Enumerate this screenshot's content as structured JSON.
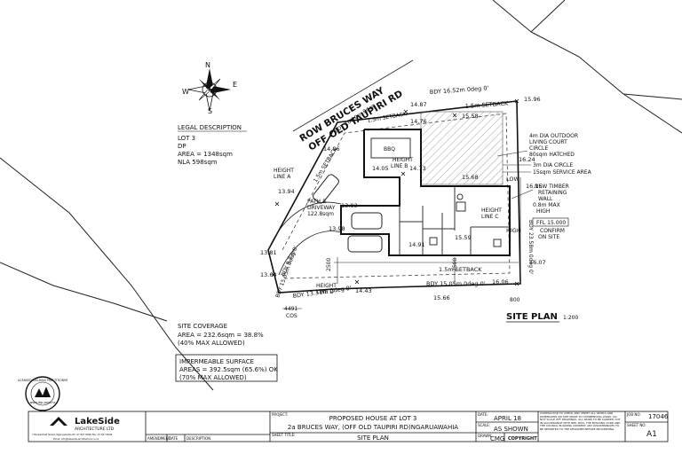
{
  "compass": {
    "n": "N",
    "e": "E",
    "s": "S",
    "w": "W"
  },
  "road": {
    "line1": "ROW BRUCES WAY",
    "line2": "OFF OLD TAUPIRI RD"
  },
  "legal": {
    "heading": "LEGAL DESCRIPTION",
    "lot": "LOT 3",
    "dp": "DP",
    "area": "AREA = 1348sqm",
    "nla": "NLA 598sqm"
  },
  "boundaries": {
    "top": "BDY 16.52m  0deg  0'",
    "bottom": "BDY 15.05m  0deg  0'",
    "left": "BDY 13.31m  0deg  0'",
    "left_diag": "BDY 10.10m 0deg",
    "left_lower": "BDY 9.73m",
    "right": "BDY 23.58m  0deg  0'",
    "left_short": "BDY 15.05m  0deg  0'"
  },
  "setbacks": {
    "top": "1.5m SETBACK",
    "bottom": "1.5m SETBACK",
    "left_top": "1.5m SETBACK",
    "left_diag": "1.5m SETBACK"
  },
  "levels": {
    "l1": "14.87",
    "l2": "15.58",
    "l3": "15.96",
    "l4": "14.76",
    "l5": "14.06",
    "l6": "14.05",
    "l7": "14.73",
    "l8": "15.68",
    "l9": "16.24",
    "l10": "16.15",
    "l11": "13.94",
    "l12": "13.93",
    "l13": "13.98",
    "l14": "14.91",
    "l15": "15.59",
    "l16": "13.81",
    "l17": "13.64",
    "l18": "14.43",
    "l19": "16.06",
    "l20": "16.07",
    "l21": "15.66",
    "l22": "LOW",
    "l23": "HIGH"
  },
  "labels": {
    "height_a1": "HEIGHT",
    "height_a2": "LINE A",
    "height_b1": "HEIGHT",
    "height_b2": "LINE B",
    "height_c1": "HEIGHT",
    "height_c2": "LINE C",
    "height_d1": "HEIGHT",
    "height_d2": "LINE D",
    "path1": "PATH &",
    "path2": "DRIVEWAY",
    "path3": "122.8sqm",
    "bbq": "BBQ",
    "outdoor1": "4m DIA OUTDOOR",
    "outdoor2": "LIVING COURT",
    "outdoor3": "CIRCLE",
    "outdoor4": "80sqm HATCHED",
    "circle3m": "3m DIA CIRCLE",
    "service": "15sqm SERVICE AREA",
    "timber1": "NEW TIMBER",
    "timber2": "RETAINING",
    "timber3": "WALL",
    "timber4": "0.8m MAX",
    "timber5": "HIGH",
    "ffl": "FFL 15.000",
    "confirm1": "CONFIRM",
    "confirm2": "ON SITE",
    "dim2500a": "2500",
    "dim2500b": "2500",
    "dim800": "800",
    "dim4491": "4491",
    "cos": "COS",
    "site_plan": "SITE PLAN",
    "scale": "1:200"
  },
  "coverage": {
    "h": "SITE COVERAGE",
    "l1": "AREA = 232.6sqm = 38.8%",
    "l2": "(40% MAX ALLOWED)"
  },
  "impermeable": {
    "h": "IMPERMEABLE SURFACE",
    "l1": "AREAS = 392.5sqm (65.6%) OK",
    "l2": "(70% MAX ALLOWED)"
  },
  "stamp": {
    "text": "LICENSED BUILDING PRACTITIONER",
    "url": "www.lbp.govt.nz"
  },
  "titleblock": {
    "company": "LakeSide",
    "company_sub": "ARCHITECTURE LTD",
    "company_addr": "7 Bankerfield Street, Ngaruawahia  Ph: 07 827 8069  Fax: 07 827 8006",
    "company_email": "Email: info@lakeside-architecture.co.nz",
    "project_label": "PROJECT:",
    "project_l1": "PROPOSED HOUSE AT LOT 3",
    "project_l2": "2a BRUCES WAY, (OFF OLD TAUPIRI RD)NGARUAWAHIA",
    "sheet_title_label": "SHEET TITLE:",
    "sheet_title": "SITE PLAN",
    "date_label": "DATE:",
    "date": "APRIL 18",
    "scale_label": "SCALE:",
    "scale": "AS SHOWN",
    "drawn_label": "DRAWN:",
    "drawn": "CMG",
    "copyright": "COPYRIGHT",
    "notes": "CONTRACTOR TO CHECK AND VERIFY ALL LEVELS AND DIMENSIONS ON SITE PRIOR TO COMMENCING WORK. DO NOT SCALE OFF DRAWINGS. ALL WORK TO BE CARRIED OUT IN ACCORDANCE WITH NZS 3604, THE BUILDING CODE AND THE COUNCIL BUILDING CONSENT. ANY DISCREPANCIES TO BE REPORTED TO THE DESIGNER BEFORE PROCEEDING.",
    "job_label": "JOB NO:",
    "job_no": "17046",
    "sheet_label": "SHEET NO:",
    "sheet_no": "A1",
    "rev_amend": "AMENDMENT",
    "rev_date": "DATE",
    "rev_desc": "DESCRIPTION"
  }
}
